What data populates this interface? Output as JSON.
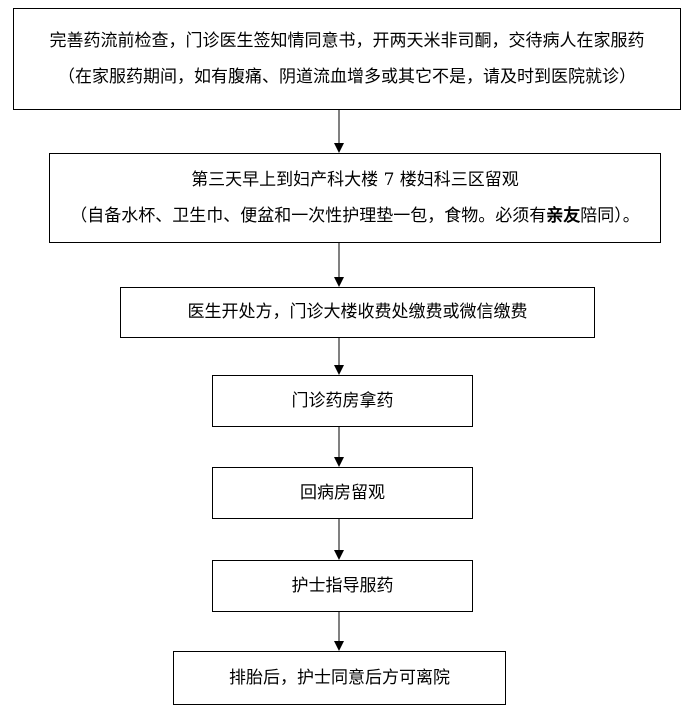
{
  "steps": [
    {
      "line1": "完善药流前检查，门诊医生签知情同意书，开两天米非司酮，交待病人在家服药",
      "line2": "（在家服药期间，如有腹痛、阴道流血增多或其它不是，请及时到医院就诊）"
    },
    {
      "line1": "第三天早上到妇产科大楼 7 楼妇科三区留观",
      "line2_before": "（自备水杯、卫生巾、便盆和一次性护理垫一包，食物。必须有",
      "line2_emph": "亲友",
      "line2_after": "陪同）。"
    },
    {
      "line1": "医生开处方，门诊大楼收费处缴费或微信缴费"
    },
    {
      "line1": "门诊药房拿药"
    },
    {
      "line1": "回病房留观"
    },
    {
      "line1": "护士指导服药"
    },
    {
      "line1": "排胎后，护士同意后方可离院"
    }
  ]
}
